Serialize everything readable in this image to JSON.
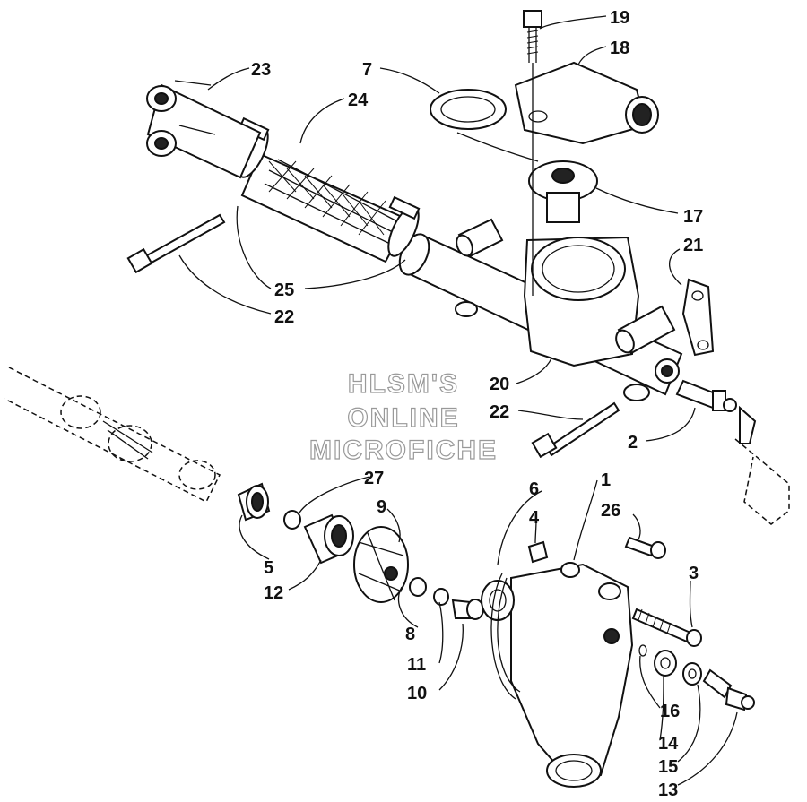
{
  "watermark": {
    "line1": "HLSM'S",
    "line2": "ONLINE",
    "line3": "MICROFICHE"
  },
  "callouts": [
    {
      "id": "c19",
      "text": "19"
    },
    {
      "id": "c18",
      "text": "18"
    },
    {
      "id": "c7",
      "text": "7"
    },
    {
      "id": "c23",
      "text": "23"
    },
    {
      "id": "c24",
      "text": "24"
    },
    {
      "id": "c17",
      "text": "17"
    },
    {
      "id": "c21",
      "text": "21"
    },
    {
      "id": "c25",
      "text": "25"
    },
    {
      "id": "c22a",
      "text": "22"
    },
    {
      "id": "c20",
      "text": "20"
    },
    {
      "id": "c22b",
      "text": "22"
    },
    {
      "id": "c2",
      "text": "2"
    },
    {
      "id": "c27",
      "text": "27"
    },
    {
      "id": "c6",
      "text": "6"
    },
    {
      "id": "c1",
      "text": "1"
    },
    {
      "id": "c9",
      "text": "9"
    },
    {
      "id": "c4",
      "text": "4"
    },
    {
      "id": "c26",
      "text": "26"
    },
    {
      "id": "c3",
      "text": "3"
    },
    {
      "id": "c5",
      "text": "5"
    },
    {
      "id": "c12",
      "text": "12"
    },
    {
      "id": "c8",
      "text": "8"
    },
    {
      "id": "c11",
      "text": "11"
    },
    {
      "id": "c10",
      "text": "10"
    },
    {
      "id": "c16",
      "text": "16"
    },
    {
      "id": "c14",
      "text": "14"
    },
    {
      "id": "c15",
      "text": "15"
    },
    {
      "id": "c13",
      "text": "13"
    }
  ]
}
